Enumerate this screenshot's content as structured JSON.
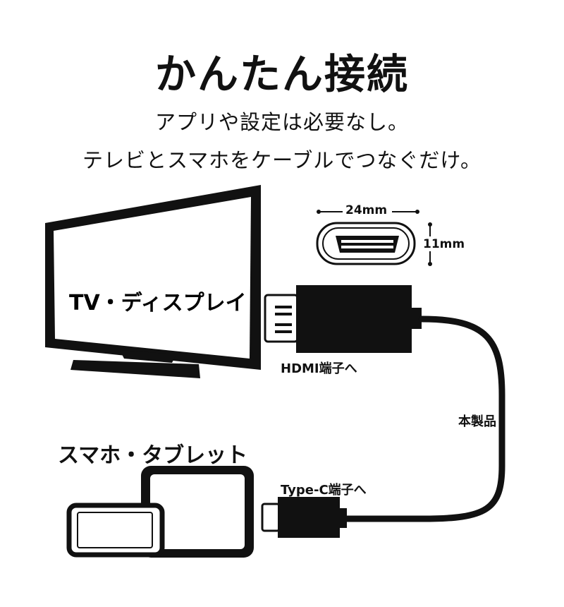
{
  "title": "かんたん接続",
  "subtitle_lines": [
    "アプリや設定は必要なし。",
    "テレビとスマホをケーブルでつなぐだけ。"
  ],
  "tv": {
    "label": "TV・ディスプレイ"
  },
  "devices": {
    "label": "スマホ・タブレット"
  },
  "connector": {
    "width": "24mm",
    "height": "11mm"
  },
  "cable": {
    "hdmi_label": "HDMI端子へ",
    "product_label": "本製品",
    "typec_label": "Type-C端子へ"
  }
}
